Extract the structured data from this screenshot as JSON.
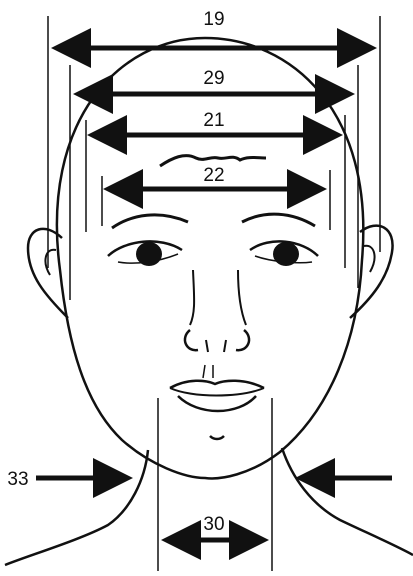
{
  "figure": {
    "measurements": [
      {
        "id": "m19",
        "label": "19"
      },
      {
        "id": "m29",
        "label": "29"
      },
      {
        "id": "m21",
        "label": "21"
      },
      {
        "id": "m22",
        "label": "22"
      },
      {
        "id": "m30",
        "label": "30"
      },
      {
        "id": "m33",
        "label": "33"
      }
    ],
    "colors": {
      "ink": "#111111",
      "background": "#ffffff"
    }
  }
}
